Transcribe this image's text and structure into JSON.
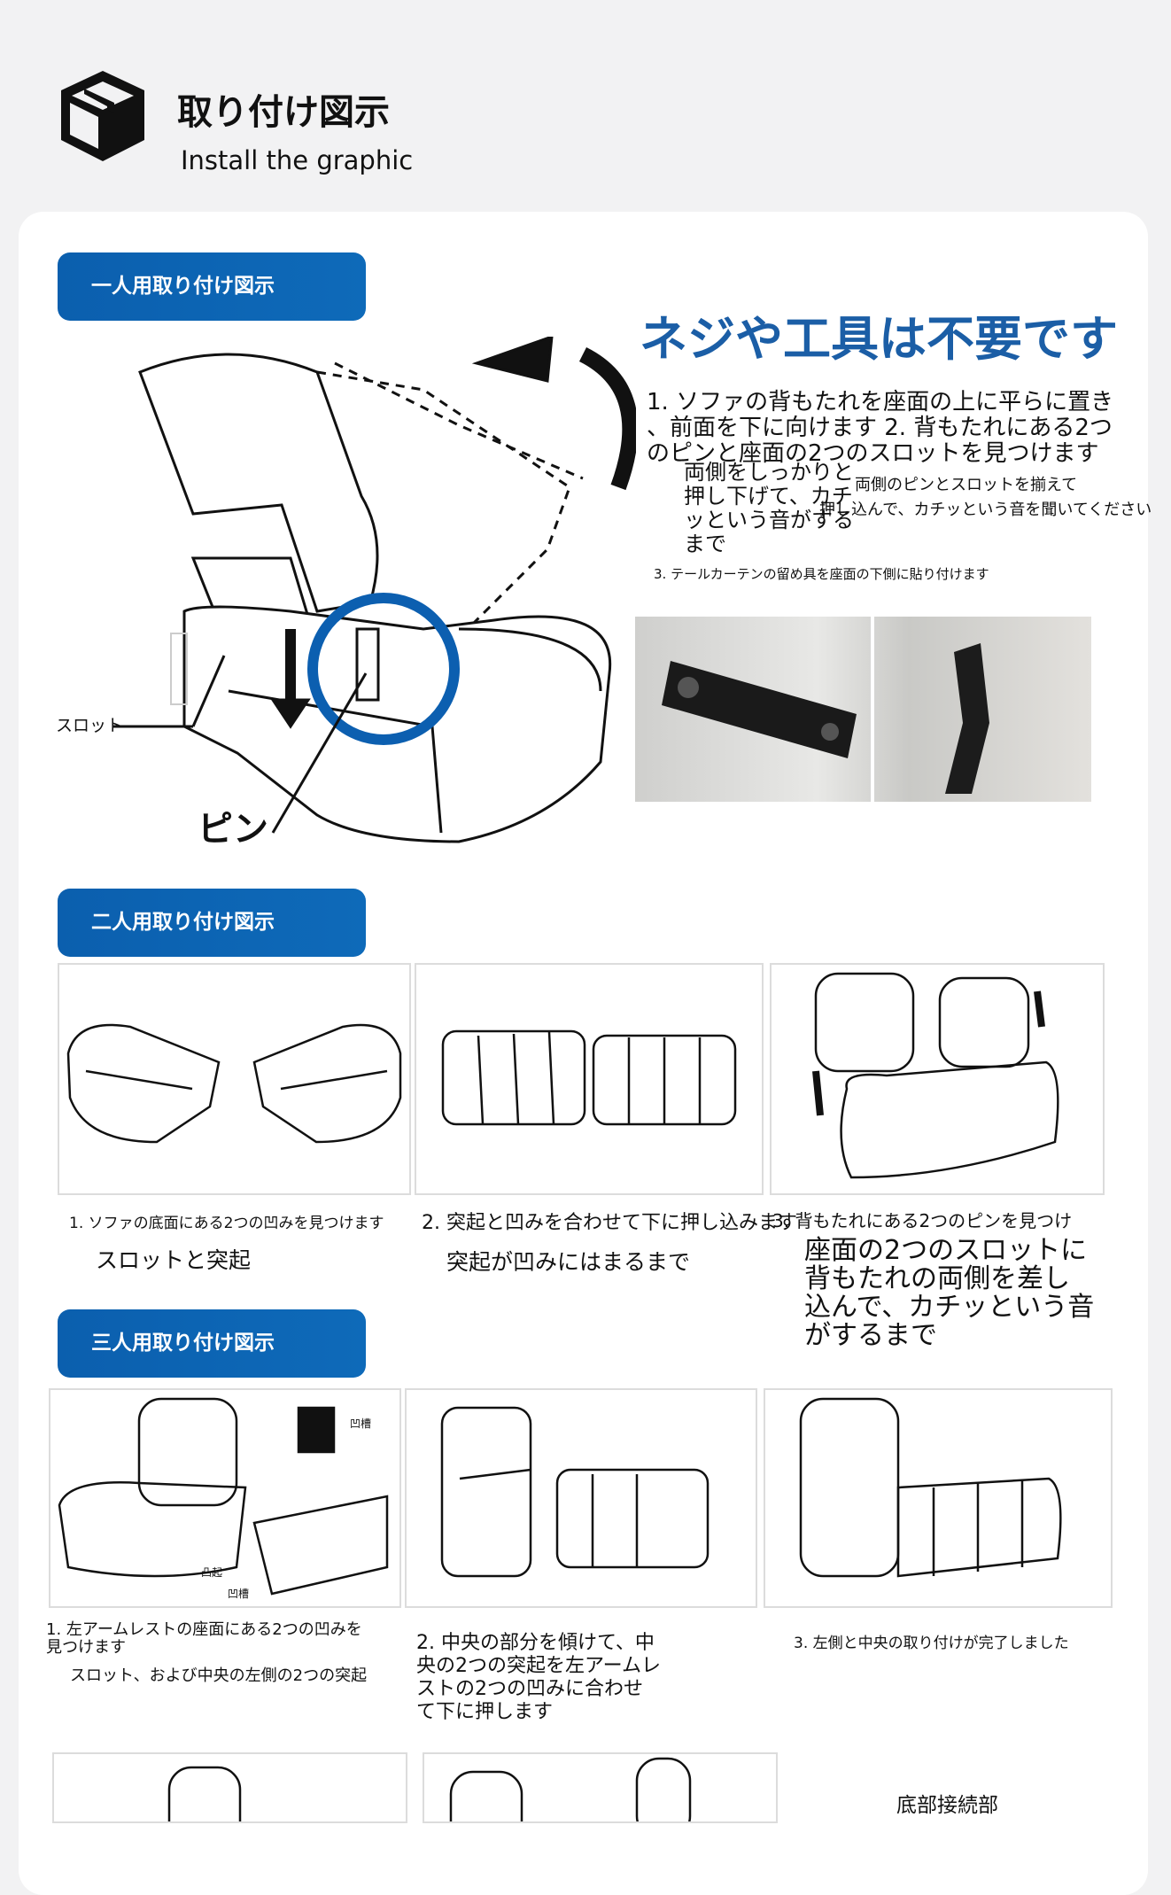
{
  "header": {
    "title": "取り付け図示",
    "subtitle": "Install the graphic",
    "icon": "box-icon"
  },
  "single": {
    "banner": "一人用取り付け図示",
    "headline": "ネジや工具は不要です",
    "step1_lines": [
      "1. ソファの背もたれを座面の上に平らに置き",
      "、前面を下に向けます 2. 背もたれにある2つ",
      "のピンと座面の2つのスロットを見つけます"
    ],
    "step_overlay_a": [
      "両側をしっかりと",
      "押し下げて、カチ",
      "ッという音がする",
      "まで"
    ],
    "step_overlay_b": [
      "両側のピンとスロットを揃えて",
      "押し込んで、カチッという音を聞いてください"
    ],
    "step3": "3. テールカーテンの留め具を座面の下側に貼り付けます",
    "label_slot": "スロット",
    "label_pin": "ピン"
  },
  "double": {
    "banner": "二人用取り付け図示",
    "captions": [
      "1. ソファの底面にある2つの凹みを見つけます",
      "2. 突起と凹みを合わせて下に押し込みます",
      "3. 背もたれにある2つのピンを見つけ"
    ],
    "subcaptions": [
      "スロットと突起",
      "突起が凹みにはまるまで"
    ],
    "caption3_lines": [
      "座面の2つのスロットに",
      "背もたれの両側を差し",
      "込んで、カチッという音",
      "がするまで"
    ]
  },
  "triple": {
    "banner": "三人用取り付け図示",
    "panel1_labels": [
      "凹槽",
      "凸起",
      "凹槽"
    ],
    "caption1_lines": [
      "1. 左アームレストの座面にある2つの凹みを",
      "見つけます"
    ],
    "caption1_sub": "スロット、および中央の左側の2つの突起",
    "caption2_lines": [
      "2. 中央の部分を傾けて、中",
      "央の2つの突起を左アームレ",
      "ストの2つの凹みに合わせ",
      "て下に押します"
    ],
    "caption3": "3. 左側と中央の取り付けが完了しました",
    "bottom_label": "底部接続部"
  },
  "colors": {
    "brand_blue": "#0c63b2",
    "headline_blue": "#1b5ea6",
    "background": "#f2f2f3"
  }
}
